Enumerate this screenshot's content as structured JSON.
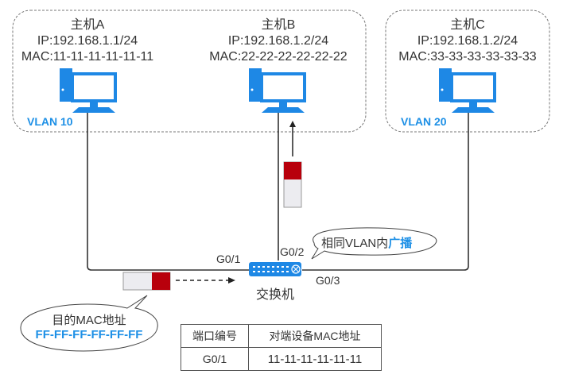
{
  "hosts": [
    {
      "name": "主机A",
      "ip": "IP:192.168.1.1/24",
      "mac": "MAC:11-11-11-11-11-11"
    },
    {
      "name": "主机B",
      "ip": "IP:192.168.1.2/24",
      "mac": "MAC:22-22-22-22-22-22"
    },
    {
      "name": "主机C",
      "ip": "IP:192.168.1.2/24",
      "mac": "MAC:33-33-33-33-33-33"
    }
  ],
  "vlans": {
    "left": "VLAN 10",
    "right": "VLAN 20"
  },
  "switch": {
    "label": "交换机",
    "ports": {
      "g01": "G0/1",
      "g02": "G0/2",
      "g03": "G0/3"
    }
  },
  "bubbles": {
    "broadcast_prefix": "相同VLAN内",
    "broadcast_highlight": "广播",
    "dest_mac_label": "目的MAC地址",
    "dest_mac_value": "FF-FF-FF-FF-FF-FF"
  },
  "mac_table": {
    "headers": [
      "端口编号",
      "对端设备MAC地址"
    ],
    "rows": [
      [
        "G0/1",
        "11-11-11-11-11-11"
      ]
    ]
  },
  "colors": {
    "accent_blue": "#1e90e6",
    "frame_red": "#b8000c",
    "frame_gray": "#ececf0"
  }
}
